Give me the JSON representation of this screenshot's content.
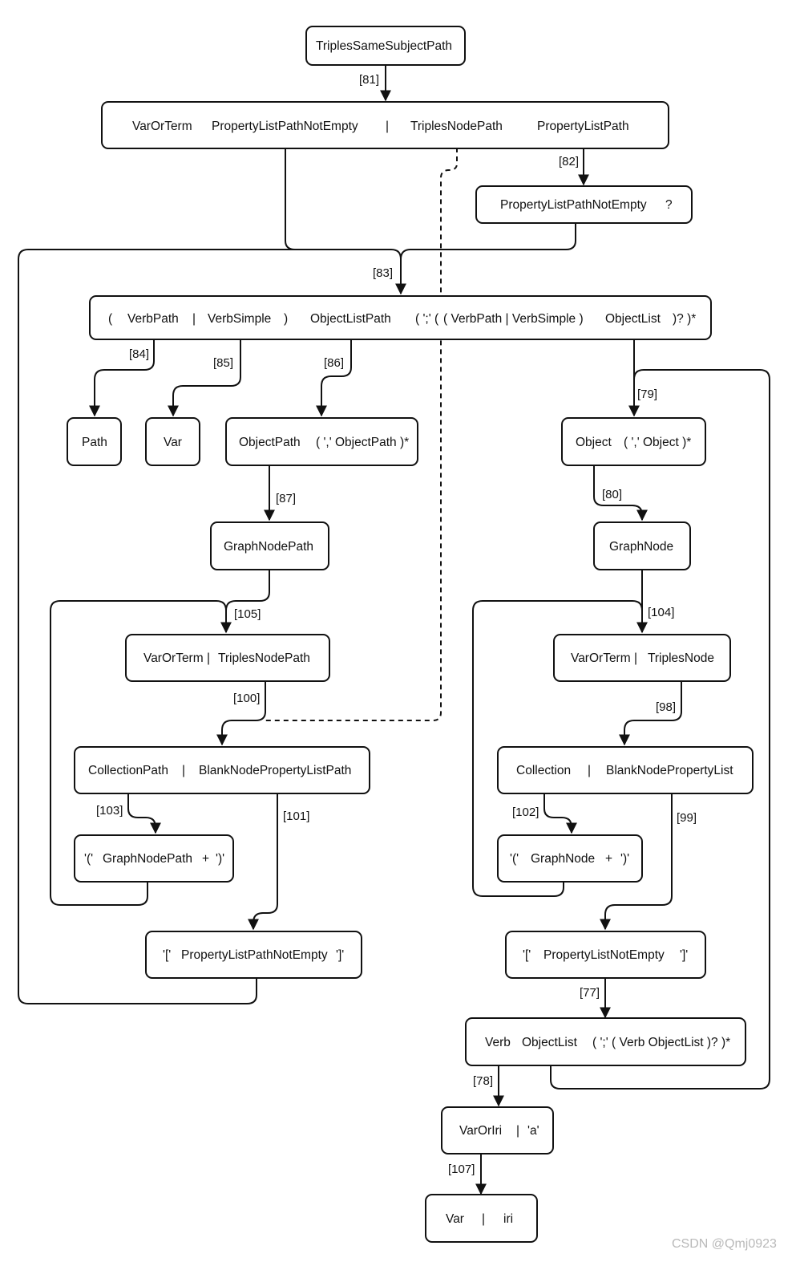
{
  "nodes": {
    "n1": [
      "TriplesSameSubjectPath"
    ],
    "n2": [
      "VarOrTerm",
      "PropertyListPathNotEmpty",
      "|",
      "TriplesNodePath",
      "PropertyListPath"
    ],
    "n3": [
      "PropertyListPathNotEmpty",
      "?"
    ],
    "n4": [
      "(",
      "VerbPath",
      "|",
      "VerbSimple",
      ")",
      "ObjectListPath",
      "( ';' (",
      "( VerbPath | VerbSimple )",
      "ObjectList",
      ")? )*"
    ],
    "n5": [
      "Path"
    ],
    "n6": [
      "Var"
    ],
    "n7": [
      "ObjectPath",
      "( ',' ObjectPath )*"
    ],
    "n8": [
      "GraphNodePath"
    ],
    "n9": [
      "VarOrTerm |",
      "TriplesNodePath"
    ],
    "n10": [
      "CollectionPath",
      "|",
      "BlankNodePropertyListPath"
    ],
    "n11": [
      "'('",
      "GraphNodePath",
      "+",
      "')'"
    ],
    "n12": [
      "'['",
      "PropertyListPathNotEmpty",
      "']'"
    ],
    "n13": [
      "Object",
      "( ',' Object )*"
    ],
    "n14": [
      "GraphNode"
    ],
    "n15": [
      "VarOrTerm |",
      "TriplesNode"
    ],
    "n16": [
      "Collection",
      "|",
      "BlankNodePropertyList"
    ],
    "n17": [
      "'('",
      "GraphNode",
      "+",
      "')'"
    ],
    "n18": [
      "'['",
      "PropertyListNotEmpty",
      "']'"
    ],
    "n19": [
      "Verb",
      "ObjectList",
      "( ';' ( Verb ObjectList )? )*"
    ],
    "n20": [
      "VarOrIri",
      "|",
      "'a'"
    ],
    "n21": [
      "Var",
      "|",
      "iri"
    ]
  },
  "labels": {
    "l81": "[81]",
    "l82": "[82]",
    "l83": "[83]",
    "l84": "[84]",
    "l85": "[85]",
    "l86": "[86]",
    "l79": "[79]",
    "l87": "[87]",
    "l80": "[80]",
    "l105": "[105]",
    "l104": "[104]",
    "l100": "[100]",
    "l98": "[98]",
    "l103": "[103]",
    "l101": "[101]",
    "l102": "[102]",
    "l99": "[99]",
    "l77": "[77]",
    "l78": "[78]",
    "l107": "[107]"
  },
  "watermark": "CSDN @Qmj0923"
}
